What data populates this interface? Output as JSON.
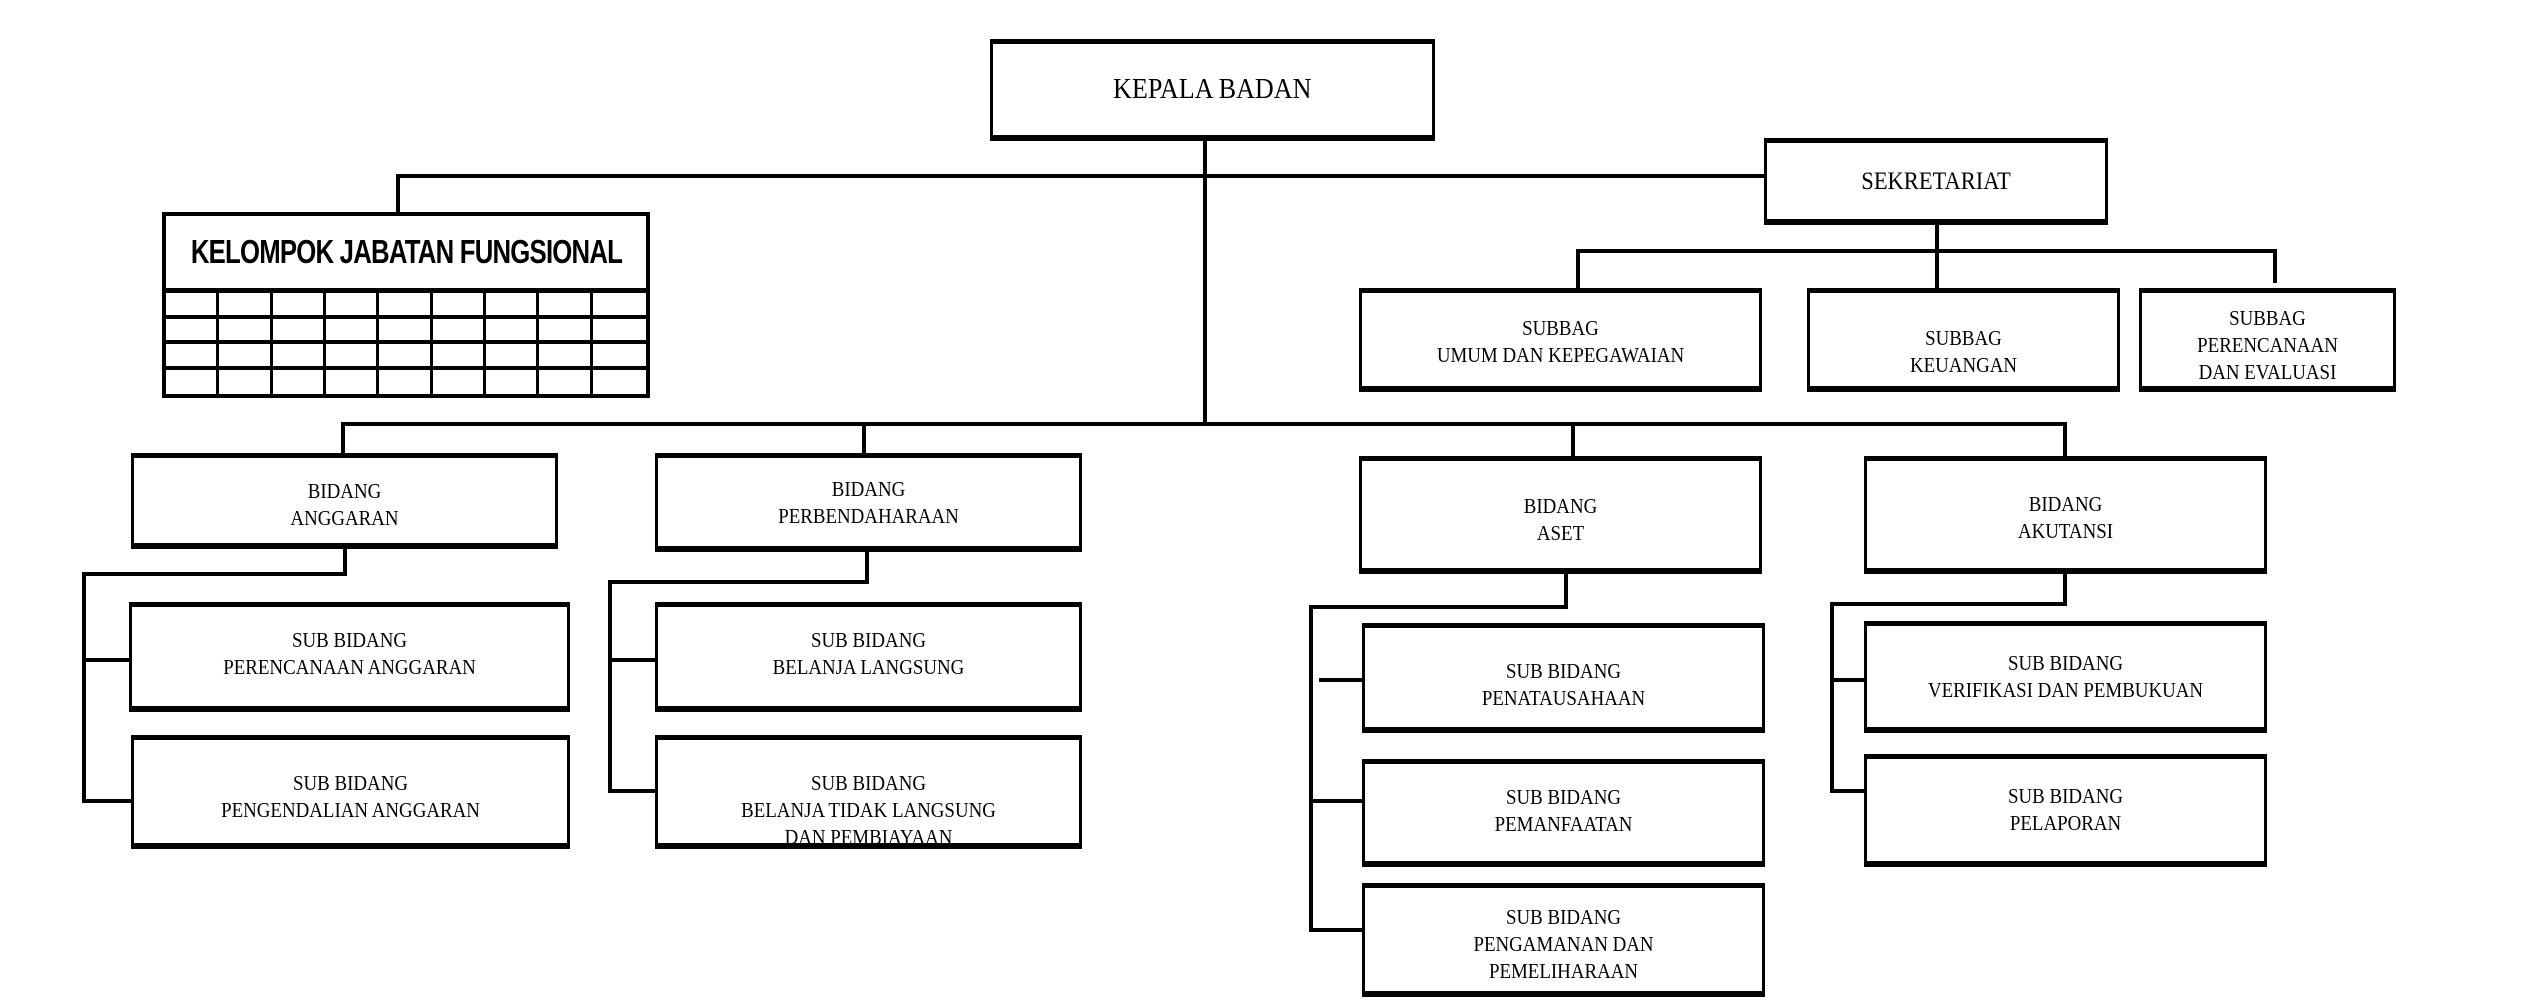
{
  "head": "KEPALA BADAN",
  "functional_group": "KELOMPOK JABATAN FUNGSIONAL",
  "secretariat": {
    "title": "SEKRETARIAT",
    "subunits": [
      [
        "SUBBAG",
        "UMUM DAN KEPEGAWAIAN"
      ],
      [
        "SUBBAG",
        "KEUANGAN"
      ],
      [
        "SUBBAG",
        "PERENCANAAN",
        "DAN EVALUASI"
      ]
    ]
  },
  "divisions": [
    {
      "title": [
        "BIDANG",
        "ANGGARAN"
      ],
      "subs": [
        [
          "SUB BIDANG",
          "PERENCANAAN ANGGARAN"
        ],
        [
          "SUB BIDANG",
          "PENGENDALIAN ANGGARAN"
        ]
      ]
    },
    {
      "title": [
        "BIDANG",
        "PERBENDAHARAAN"
      ],
      "subs": [
        [
          "SUB BIDANG",
          "BELANJA LANGSUNG"
        ],
        [
          "SUB BIDANG",
          "BELANJA TIDAK LANGSUNG",
          "DAN PEMBIAYAAN"
        ]
      ]
    },
    {
      "title": [
        "BIDANG",
        "ASET"
      ],
      "subs": [
        [
          "SUB BIDANG",
          "PENATAUSAHAAN"
        ],
        [
          "SUB BIDANG",
          "PEMANFAATAN"
        ],
        [
          "SUB BIDANG",
          "PENGAMANAN DAN",
          "PEMELIHARAAN"
        ]
      ]
    },
    {
      "title": [
        "BIDANG",
        "AKUTANSI"
      ],
      "subs": [
        [
          "SUB BIDANG",
          "VERIFIKASI DAN PEMBUKUAN"
        ],
        [
          "SUB BIDANG",
          "PELAPORAN"
        ]
      ]
    }
  ]
}
